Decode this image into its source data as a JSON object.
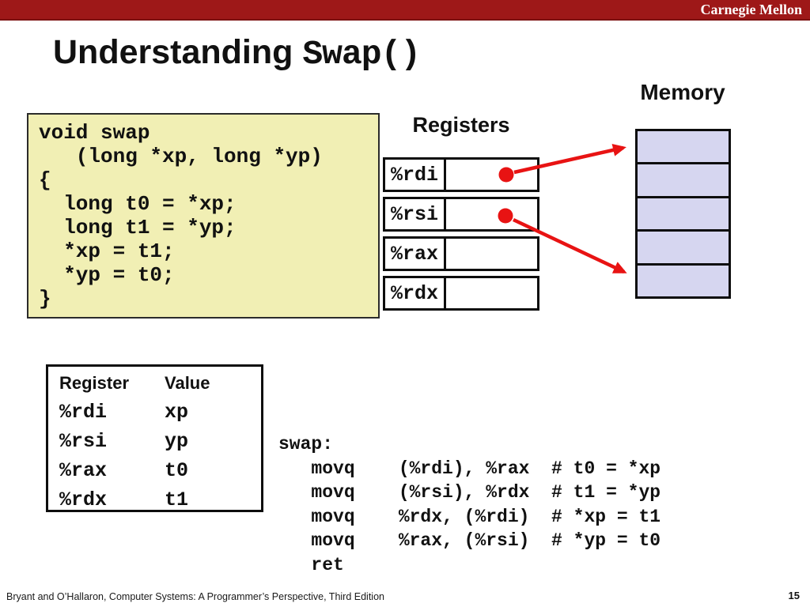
{
  "banner": {
    "brand": "Carnegie Mellon"
  },
  "title": {
    "text": "Understanding ",
    "code": "Swap()"
  },
  "code_box": {
    "code": "void swap\n   (long *xp, long *yp)\n{\n  long t0 = *xp;\n  long t1 = *yp;\n  *xp = t1;\n  *yp = t0;\n}"
  },
  "registers_panel": {
    "heading": "Registers",
    "rows": [
      {
        "label": "%rdi",
        "value": ""
      },
      {
        "label": "%rsi",
        "value": ""
      },
      {
        "label": "%rax",
        "value": ""
      },
      {
        "label": "%rdx",
        "value": ""
      }
    ]
  },
  "memory_panel": {
    "heading": "Memory",
    "cell_count": 5,
    "cell_values": [
      "",
      "",
      "",
      "",
      ""
    ]
  },
  "pointer_links": [
    {
      "from_register": "%rdi",
      "to_memory_cell": 1
    },
    {
      "from_register": "%rsi",
      "to_memory_cell": 5
    }
  ],
  "register_value_table": {
    "col_headers": [
      "Register",
      "Value"
    ],
    "rows": [
      {
        "register": "%rdi",
        "value": "xp"
      },
      {
        "register": "%rsi",
        "value": "yp"
      },
      {
        "register": "%rax",
        "value": "t0"
      },
      {
        "register": "%rdx",
        "value": "t1"
      }
    ]
  },
  "assembly": {
    "code": "swap:\n   movq    (%rdi), %rax  # t0 = *xp\n   movq    (%rsi), %rdx  # t1 = *yp\n   movq    %rdx, (%rdi)  # *xp = t1\n   movq    %rax, (%rsi)  # *yp = t0\n   ret"
  },
  "footer": {
    "citation": "Bryant and O’Hallaron, Computer Systems: A Programmer’s Perspective, Third Edition",
    "page": "15"
  },
  "colors": {
    "banner_red": "#9e1818",
    "code_box_bg": "#f1efb4",
    "memory_cell_bg": "#d6d6f0",
    "arrow_red": "#e81313"
  }
}
